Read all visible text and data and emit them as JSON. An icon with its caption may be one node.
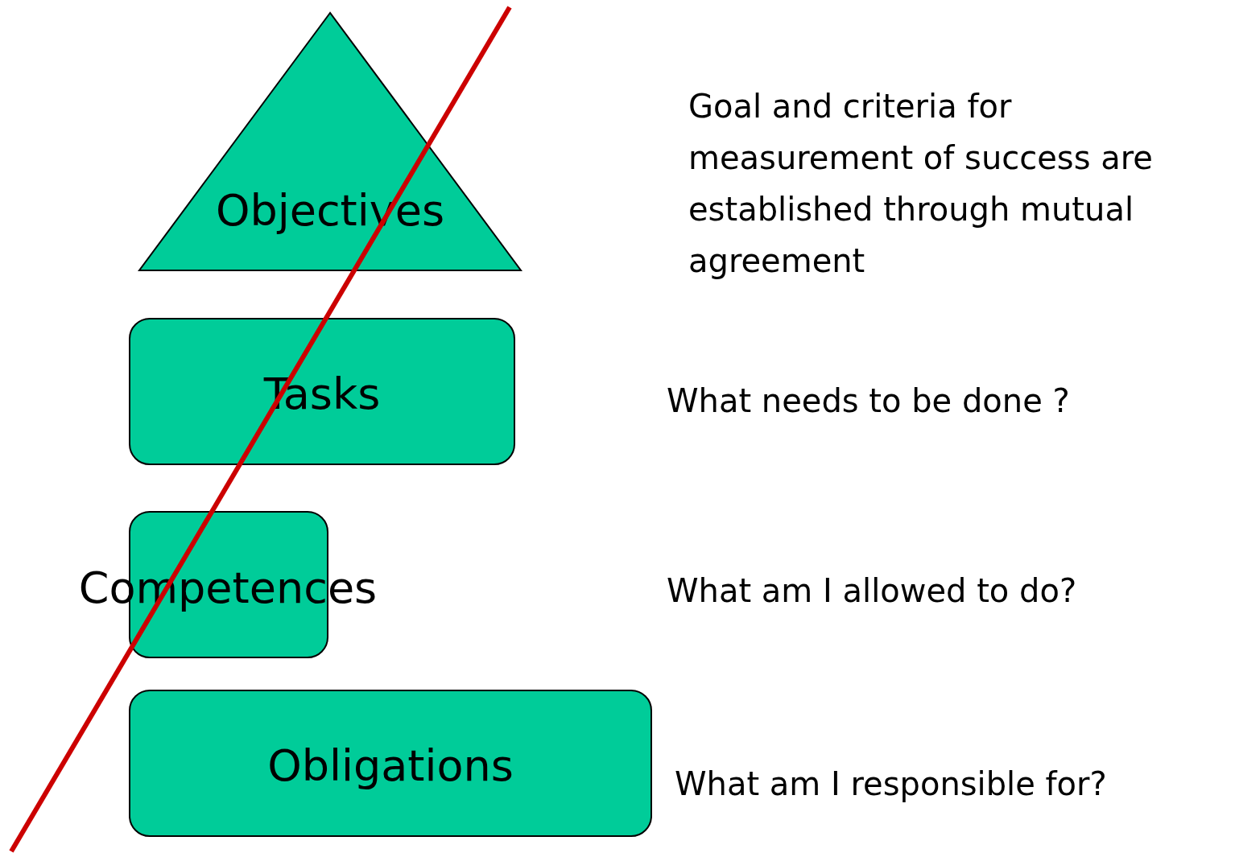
{
  "diagram": {
    "nodes": [
      {
        "text": [
          "Objectives"
        ]
      },
      {
        "text": [
          "Tasks"
        ]
      },
      {
        "text": [
          "Competences"
        ]
      },
      {
        "text": [
          "Obligations"
        ]
      }
    ],
    "labels": [
      "Goal and criteria for measurement of success are established through mutual agreement",
      "What needs to be done ?",
      "What am I allowed to do?",
      "What am I responsible for?"
    ]
  }
}
